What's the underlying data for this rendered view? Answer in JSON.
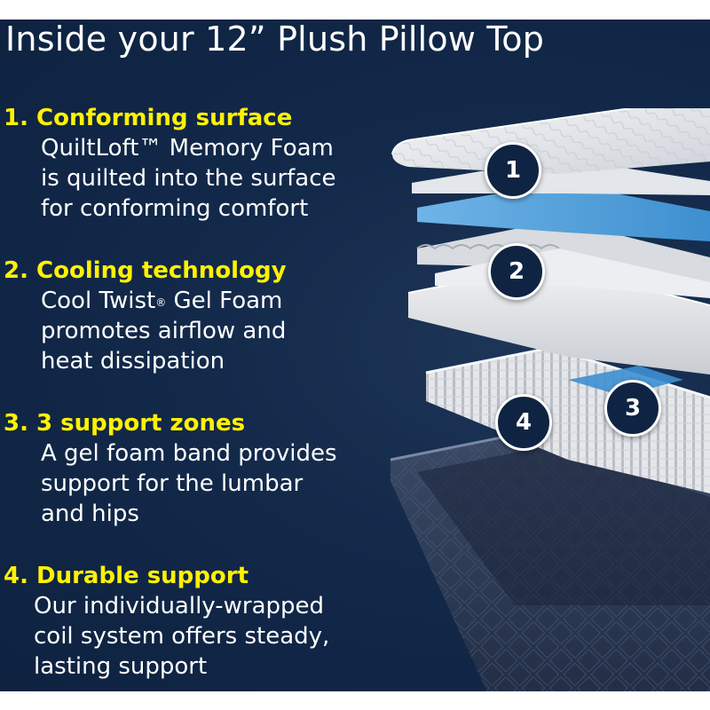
{
  "title": "Inside your 12” Plush Pillow Top",
  "features": [
    {
      "heading": "1. Conforming surface",
      "lines": [
        "QuiltLoft™ Memory Foam",
        "is quilted into the surface",
        "for conforming comfort"
      ]
    },
    {
      "heading": "2. Cooling technology",
      "line1_main": "Cool Twist",
      "line1_sup": "®",
      "line1_rest": " Gel Foam",
      "lines": [
        "promotes airflow and",
        "heat dissipation"
      ]
    },
    {
      "heading": "3. 3 support zones",
      "lines": [
        "A gel foam band provides",
        "support for the lumbar",
        "and hips"
      ]
    },
    {
      "heading": "4. Durable support",
      "lines": [
        "Our individually-wrapped",
        "coil system offers steady,",
        "lasting support"
      ]
    }
  ],
  "layer_markers": [
    "1",
    "2",
    "3",
    "4"
  ],
  "colors": {
    "background": "#13294a",
    "heading": "#fff200",
    "body_text": "#ffffff",
    "gel": "#4a9bd8"
  }
}
